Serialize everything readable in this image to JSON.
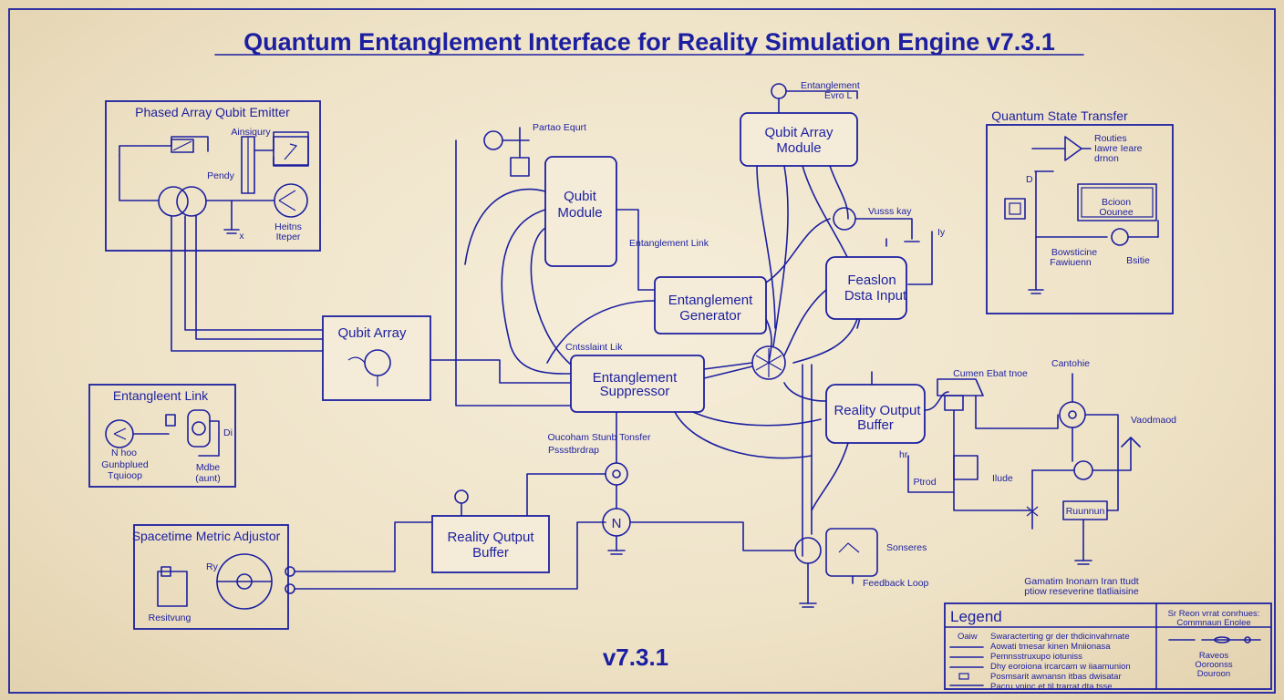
{
  "title": "Quantum Entanglement Interface for Reality Simulation Engine v7.3.1",
  "version": "v7.3.1",
  "blocks": {
    "phased_array": {
      "title": "Phased Array Qubit Emitter",
      "labels": [
        "Ainsiqury",
        "Pendy",
        "Heitns",
        "Iteper",
        "x"
      ]
    },
    "ent_link_box": {
      "title": "Entangleent Link",
      "labels": [
        "Gunbplued",
        "Tquioop",
        "N hoo",
        "Mdbe",
        "(aunt)",
        "Di"
      ]
    },
    "spacetime": {
      "title": "Spacetime Metric Adjustor",
      "labels": [
        "Resitvung",
        "Ry"
      ]
    },
    "quantum_transfer": {
      "title": "Quantum State Transfer",
      "labels": [
        "Routies",
        "Iawre Ieare",
        "drnon",
        "Bcioon",
        "Oounee",
        "Bowsticine",
        "Fawiuenn",
        "Bsitie",
        "D"
      ]
    }
  },
  "modules": {
    "qubit_module": "Qubit Module",
    "qubit_array_module": "Qubit Array Module",
    "qubit_array": "Qubit Array",
    "ent_generator": "Entanglement Generator",
    "ent_suppressor": "Entanglement Suppressor",
    "feedback_input": "Feaslon Dsta Input",
    "reality_buffer_mid": "Reality Output Buffer",
    "reality_buffer_low": "Reality Qutput Buffer"
  },
  "labels": {
    "partao": "Partao Equrt",
    "entanglement_top": "Entanglement",
    "entanglement_top_sub": "Evro L",
    "ent_link": "Entanglement Link",
    "vusskay": "Vusss kay",
    "iy": "Iy",
    "cntsslant": "Cntsslaint Lik",
    "ocham_1": "Oucoham Stunb Tonsfer",
    "ocham_2": "Pssstbrdrap",
    "n_node": "N",
    "sonseres": "Sonseres",
    "feedback": "Feedback Loop",
    "cuemen": "Cumen Ebat tnoe",
    "cantohie": "Cantohie",
    "vaodmaod": "Vaodmaod",
    "ptrod": "Ptrod",
    "ilude": "Ilude",
    "hr": "hr",
    "rounnun": "Ruunnun",
    "gamatim_1": "Gamatim Inonarn Iran ttudt",
    "gamatim_2": "ptiow reseverine tlatliaisine"
  },
  "legend": {
    "title": "Legend",
    "rows": [
      {
        "sym": "Oaiw",
        "text": "Swaracterting gr der thdicinvahrnate"
      },
      {
        "sym": "",
        "text": "Aowati tmesar kinen Mniionasa"
      },
      {
        "sym": "",
        "text": "Pemnsstruxupo iotuniss"
      },
      {
        "sym": "",
        "text": "Dhy eoroiona ircarcam w iiaamunion"
      },
      {
        "sym": "",
        "text": "Posmsarit awnansn itbas dwisatar"
      },
      {
        "sym": "",
        "text": "Pacru vninc et til trarrat dta tsse"
      }
    ],
    "side_title_1": "Sr Reon vrrat conrhues:",
    "side_title_2": "Commnaun Enolee",
    "side_bottom_1": "Raveos",
    "side_bottom_2": "Ooroonss",
    "side_bottom_3": "Douroon"
  }
}
